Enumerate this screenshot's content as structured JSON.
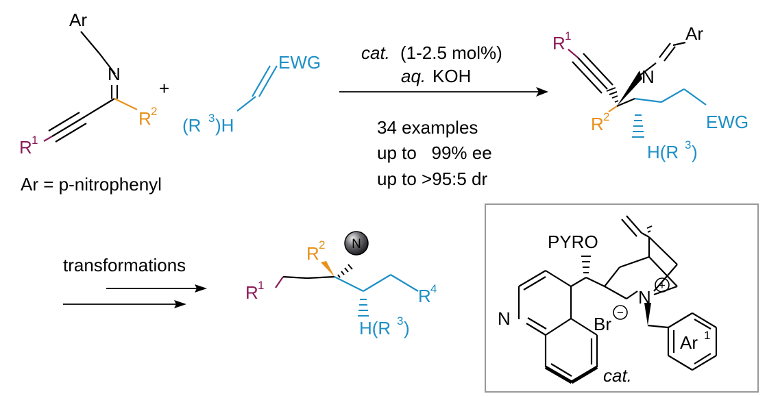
{
  "colors": {
    "ink": "#000000",
    "substituent_r1": "#8b1a57",
    "substituent_r2": "#e8901a",
    "acceptor_blue": "#1d8fc6",
    "box_border": "#999999"
  },
  "reactant_imine": {
    "ar": "Ar",
    "n": "N",
    "r1_main": "R",
    "r1_sup": "1",
    "r2_main": "R",
    "r2_sup": "2",
    "ar_definition": "Ar = p-nitrophenyl"
  },
  "plus": "+",
  "reactant_olefin": {
    "ewg": "EWG",
    "r3_open": "(R",
    "r3_sup": "3",
    "r3_close": ")H"
  },
  "conditions": {
    "cat_italic": "cat.",
    "cat_amount": "(1-2.5 mol%)",
    "base_italic": "aq.",
    "base_name": "KOH",
    "examples": "34 examples",
    "ee": "up to   99% ee",
    "dr": "up to >95:5 dr"
  },
  "product": {
    "r1_main": "R",
    "r1_sup": "1",
    "ar": "Ar",
    "n": "N",
    "r2_main": "R",
    "r2_sup": "2",
    "ewg": "EWG",
    "h_r3_open": "H(R",
    "h_r3_sup": "3",
    "h_r3_close": ")"
  },
  "transformations": {
    "label": "transformations"
  },
  "derivative": {
    "r1_main": "R",
    "r1_sup": "1",
    "r2_main": "R",
    "r2_sup": "2",
    "n_ball": "N",
    "r4_main": "R",
    "r4_sup": "4",
    "h_r3_open": "H(R",
    "h_r3_sup": "3",
    "h_r3_close": ")"
  },
  "catalyst": {
    "pyro": "PYRO",
    "n_quinoline": "N",
    "n_ammonium": "N",
    "plus_charge": "+",
    "br": "Br",
    "minus_charge": "−",
    "ar1_main": "Ar",
    "ar1_sup": "1",
    "label": "cat."
  }
}
